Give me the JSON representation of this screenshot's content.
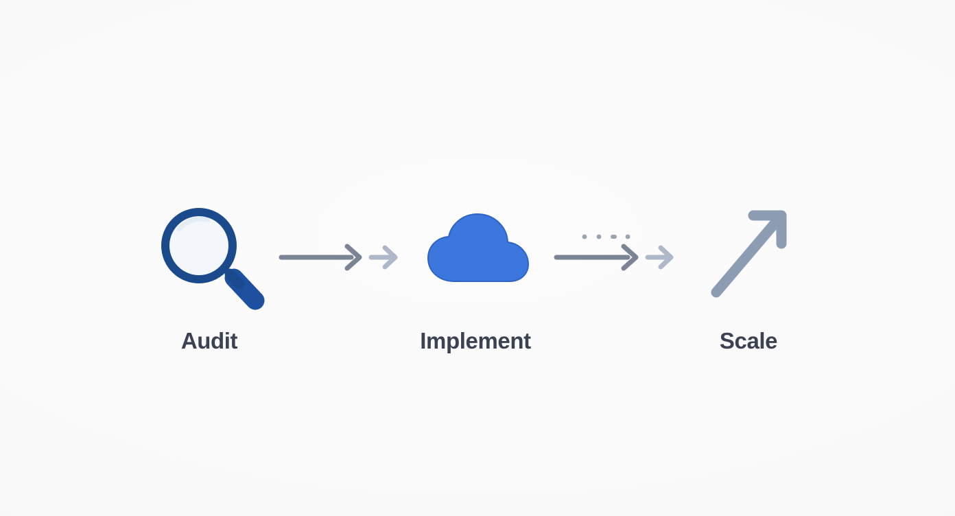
{
  "diagram": {
    "title": "Audit to Implement to Scale process flow",
    "background_color": "#fafafa",
    "label_color": "#3b4251",
    "stages": [
      {
        "id": "audit",
        "label": "Audit",
        "icon": "magnifying-glass-icon",
        "icon_colors": {
          "ring": "#1b4a8c",
          "lens": "#f2f6fb",
          "handle": "#1e50a0"
        },
        "order": 1
      },
      {
        "id": "implement",
        "label": "Implement",
        "icon": "cloud-icon",
        "icon_colors": {
          "fill": "#3c77dd",
          "edge": "#2f63c4"
        },
        "order": 2
      },
      {
        "id": "scale",
        "label": "Scale",
        "icon": "trending-up-arrow-icon",
        "icon_colors": {
          "fill": "#8b9cb3"
        },
        "order": 3
      }
    ],
    "connectors": [
      {
        "id": "connector-1",
        "from": "audit",
        "to": "implement",
        "primary_arrow_color": "#7a8494",
        "secondary_arrow_color": "#aeb8c8",
        "has_dots": false,
        "dot_count": 0
      },
      {
        "id": "connector-2",
        "from": "implement",
        "to": "scale",
        "primary_arrow_color": "#7a8494",
        "secondary_arrow_color": "#aeb8c8",
        "has_dots": true,
        "dot_count": 4,
        "dot_color": "#9aa3b2"
      }
    ]
  }
}
